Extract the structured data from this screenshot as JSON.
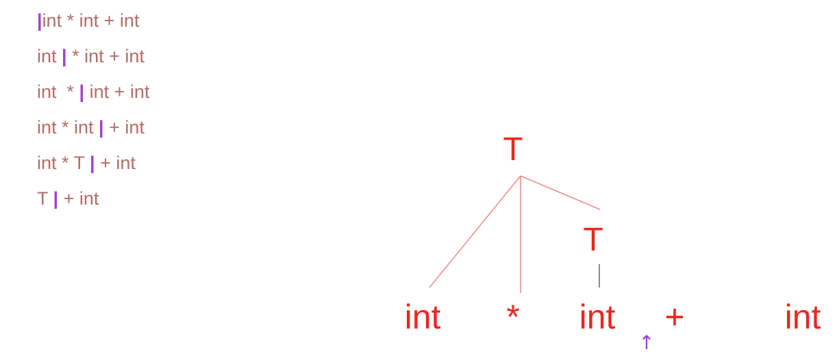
{
  "parse_steps": [
    {
      "before": "",
      "after": "int * int + int"
    },
    {
      "before": "int ",
      "after": " * int + int"
    },
    {
      "before": "int  * ",
      "after": " int + int"
    },
    {
      "before": "int * int ",
      "after": " + int"
    },
    {
      "before": "int * T ",
      "after": " + int"
    },
    {
      "before": "T ",
      "after": " + int"
    }
  ],
  "cursor_glyph": "|",
  "tree": {
    "root_label": "T",
    "child_label": "T",
    "tokens": [
      "int",
      "*",
      "int",
      "+",
      "int"
    ],
    "pointer_glyph": "↑"
  },
  "colors": {
    "step_text": "#b26d6a",
    "cursor": "#a33fd0",
    "tree_text": "#e8281f",
    "tree_edge": "#ee8a86",
    "pending_edge": "#8a8a8a",
    "pointer": "#a33fd0"
  }
}
